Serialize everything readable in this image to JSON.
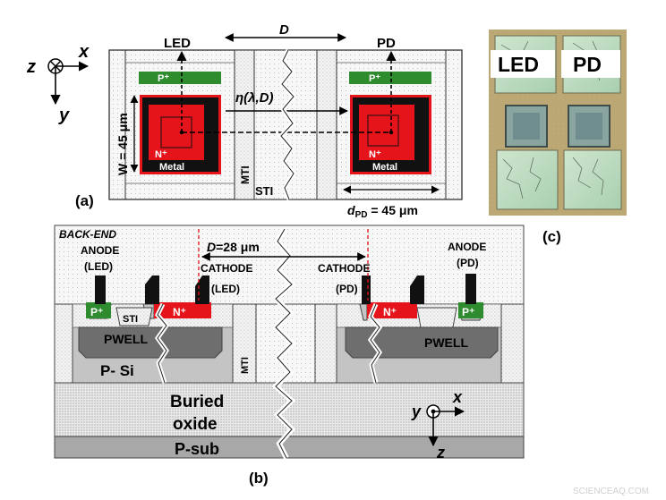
{
  "panel_a": {
    "label": "(a)",
    "led": "LED",
    "pd": "PD",
    "distance": "D",
    "eta": "η(λ,D)",
    "p_plus": "P⁺",
    "n_plus": "N⁺",
    "metal": "Metal",
    "width": "W = 45 μm",
    "mti": "MTI",
    "sti": "STI",
    "dpd_sym": "d",
    "dpd_sub": "PD",
    "dpd_val": " = 45 μm",
    "axis_x": "x",
    "axis_y": "y",
    "axis_z": "z"
  },
  "panel_b": {
    "label": "(b)",
    "back_end": "BACK-END",
    "anode_led_1": "ANODE",
    "anode_led_2": "(LED)",
    "distance": "D=28 μm",
    "cathode_led_1": "CATHODE",
    "cathode_led_2": "(LED)",
    "cathode_pd_1": "CATHODE",
    "cathode_pd_2": "(PD)",
    "anode_pd_1": "ANODE",
    "anode_pd_2": "(PD)",
    "p_plus": "P⁺",
    "n_plus": "N⁺",
    "sti": "STI",
    "pwell": "PWELL",
    "mti": "MTI",
    "p_si": "P- Si",
    "buried_1": "Buried",
    "buried_2": "oxide",
    "p_sub": "P-sub",
    "axis_x": "x",
    "axis_y": "y",
    "axis_z": "z"
  },
  "panel_c": {
    "label": "(c)",
    "led": "LED",
    "pd": "PD"
  },
  "watermark": "SCIENCEAQ.COM",
  "colors": {
    "n_plus": "#e5141a",
    "p_plus": "#2e8b2e",
    "metal": "#111111",
    "pwell": "#6e6e6e",
    "psi": "#c4c4c4",
    "psub": "#a8a8a8",
    "photo_bg": "#b8a26a"
  }
}
